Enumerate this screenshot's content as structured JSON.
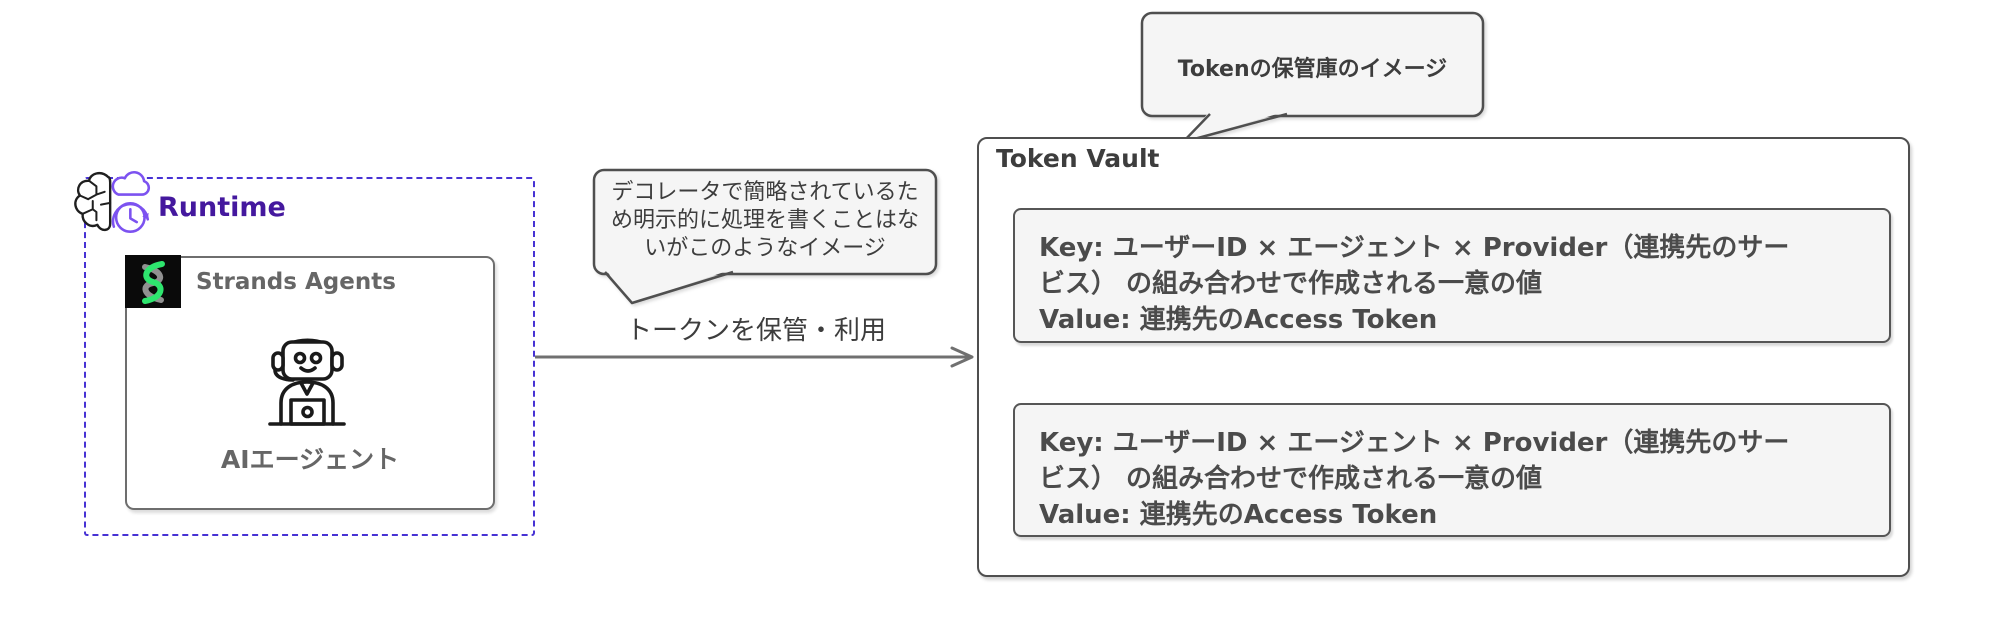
{
  "runtime": {
    "label": "Runtime",
    "icon": "brain-cloud-clock-icon"
  },
  "strands": {
    "label": "Strands Agents",
    "logo_icon": "strands-helix-icon",
    "agent_icon": "robot-agent-icon",
    "agent_label": "AIエージェント"
  },
  "flow_arrow": {
    "label": "トークンを保管・利用"
  },
  "note_bubble": {
    "lines": [
      "デコレータで簡略されているた",
      "め明示的に処理を書くことはな",
      "いがこのようなイメージ"
    ]
  },
  "vault_bubble": {
    "text": "Tokenの保管庫のイメージ"
  },
  "vault": {
    "title": "Token Vault",
    "entries": [
      {
        "lines": [
          "Key: ユーザーID × エージェント × Provider（連携先のサー",
          "ビス） の組み合わせで作成される一意の値",
          "Value: 連携先のAccess Token"
        ]
      },
      {
        "lines": [
          "Key: ユーザーID × エージェント × Provider（連携先のサー",
          "ビス） の組み合わせで作成される一意の値",
          "Value: 連携先のAccess Token"
        ]
      }
    ]
  },
  "colors": {
    "runtime_text": "#44189e",
    "dashed_border": "#4732d4",
    "box_border": "#4f4f4f",
    "light_fill": "#f5f5f5",
    "gray_text": "#666666",
    "dark_text": "#3d3d3d",
    "strands_green": "#2ee56e",
    "icon_purple": "#7c52f0"
  }
}
